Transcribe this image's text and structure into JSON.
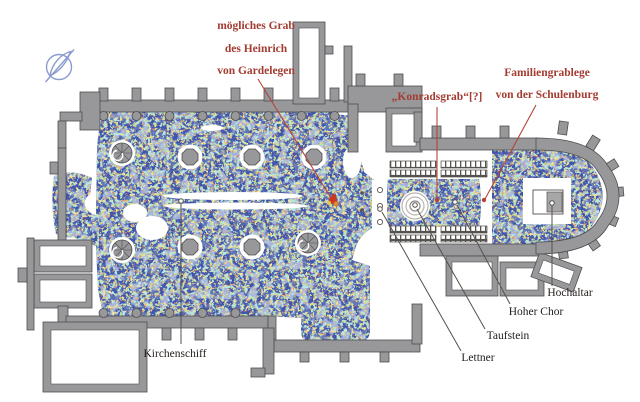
{
  "figure": {
    "kind": "ground-penetrating-radar overlay on church floor plan"
  },
  "labels": {
    "moegliches_grab": {
      "line1": "mögliches Grab",
      "line2": "des Heinrich",
      "line3": "von Gardelegen"
    },
    "konradsgrab": "„Konradsgrab“[?]",
    "familiengrablege": {
      "line1": "Familiengrablege",
      "line2": "von der Schulenburg"
    },
    "kirchenschiff": "Kirchenschiff",
    "lettner": "Lettner",
    "taufstein": "Taufstein",
    "hoher_chor": "Hoher Chor",
    "hochaltar": "Hochaltar"
  },
  "icons": [
    {
      "name": "north-arrow-icon"
    },
    {
      "name": "spiral-staircase-icon"
    }
  ],
  "colors": {
    "background": "#ffffff",
    "label_red": "#a23c31",
    "leader_red": "#b5433a",
    "label_black": "#221d19",
    "leader_dark": "#57504a",
    "wall_fill": "#98989a",
    "wall_stroke": "#4e4e50",
    "gpr_base_blue": "#4055ad",
    "gpr_cyan": "#79ccc6",
    "gpr_green": "#86c160",
    "gpr_yellow": "#eec44e",
    "gpr_orange": "#e0872f",
    "gpr_red": "#c93a22",
    "north_arrow_blue": "#8c9cd0"
  }
}
